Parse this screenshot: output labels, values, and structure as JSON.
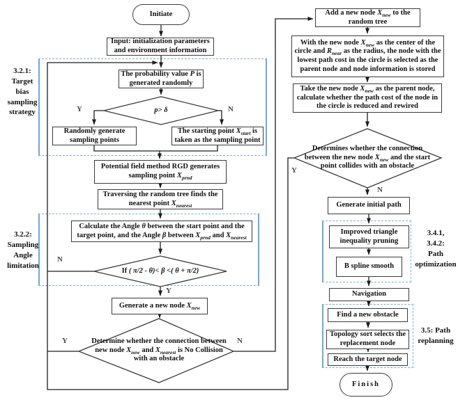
{
  "colors": {
    "group_border": "#6fa8dc",
    "group_dash": "#7aaedc",
    "line": "#1c1c1c",
    "box_border": "#3a3a3a"
  },
  "nodes": {
    "initiate": "Initiate",
    "input": "Input: initialization parameters and environment information",
    "prob": "The probability value *P* is generated randomly",
    "d1": "*p*> *δ*",
    "random": "Randomly generate sampling points",
    "startpoint": "The starting point *X*_{start} is taken as the sampling point",
    "potential": "Potential field method RGD generates sampling point *X*_{prnd}",
    "traverse": "Traversing the random tree finds the nearest point *X*_{nearest}",
    "calc": "Calculate the Angle *θ* between the start point and the target point, and the Angle *β* between *X*_{prnd} and *X*_{nearest}",
    "d2": "If *( π/2 - θ)< β <( θ + π/2)*",
    "gen": "Generate a new node *X*_{new}",
    "d3": "Determine whether the connection between new node *X*_{new} and *X*_{nearest} is No Collision with an obstacle",
    "add": "Add a new node *X*_{new} to the random tree",
    "with": "With the new node *X*_{new} as the center of the circle and *R*_{near} as the radius, the node with the lowest path cost in the circle is selected as the parent node and node information is stored",
    "take": "Take the new node *X*_{new} as the parent node, calculate whether the path cost of the node in the circle is reduced and rewired",
    "d4": "Determines whether the connection between the new node *X*_{new} and the start point collides with an obstacle",
    "genpath": "Generate initial path",
    "triangle": "Improved triangle inequality pruning",
    "bspline": "B spline smooth",
    "nav": "Navigation",
    "obstacle": "Find a new obstacle",
    "topology": "Topology sort selects the replacement node",
    "reach": "Reach the target node",
    "finish": "Finish"
  },
  "branches": {
    "d1_y": "Y",
    "d1_n": "N",
    "d2_n": "N",
    "d2_y": "Y",
    "d3_y": "Y",
    "d3_n": "N",
    "d4_y": "Y",
    "d4_n": "N"
  },
  "sections": {
    "s321": "3.2.1:\nTarget\nbias\nsampling\nstrategy",
    "s322": "3.2.2:\nSampling\nAngle\nlimitation",
    "s341": "3.4.1,\n3.4.2:\nPath\noptimization",
    "s35": "3.5: Path\nreplanning"
  }
}
